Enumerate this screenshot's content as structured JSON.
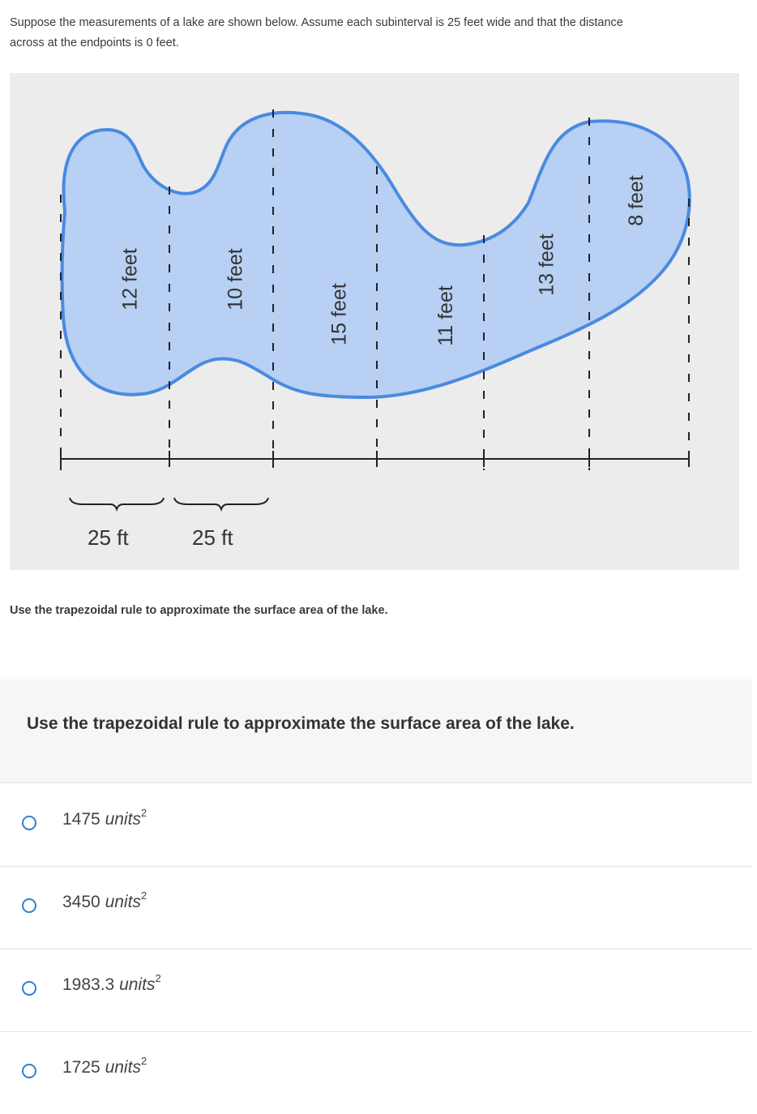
{
  "intro": {
    "line1": "Suppose the measurements of a lake are shown below. Assume each subinterval is 25 feet wide and that the distance",
    "line2": "across at the endpoints is 0 feet."
  },
  "figure": {
    "colors": {
      "lake_fill": "#b7d0f3",
      "lake_outline": "#4a8ae0",
      "background": "#ececec"
    },
    "depths": [
      "12 feet",
      "10 feet",
      "15 feet",
      "11 feet",
      "13 feet",
      "8 feet"
    ],
    "widths": [
      "25 ft",
      "25 ft"
    ]
  },
  "prompt_small": "Use the trapezoidal rule to approximate the surface area of the lake.",
  "question": {
    "text": "Use the trapezoidal rule to approximate the surface area of the lake.",
    "options": [
      {
        "value": "1475",
        "unit": "units",
        "exp": "2"
      },
      {
        "value": "3450",
        "unit": "units",
        "exp": "2"
      },
      {
        "value": "1983.3",
        "unit": "units",
        "exp": "2"
      },
      {
        "value": "1725",
        "unit": "units",
        "exp": "2"
      }
    ]
  }
}
